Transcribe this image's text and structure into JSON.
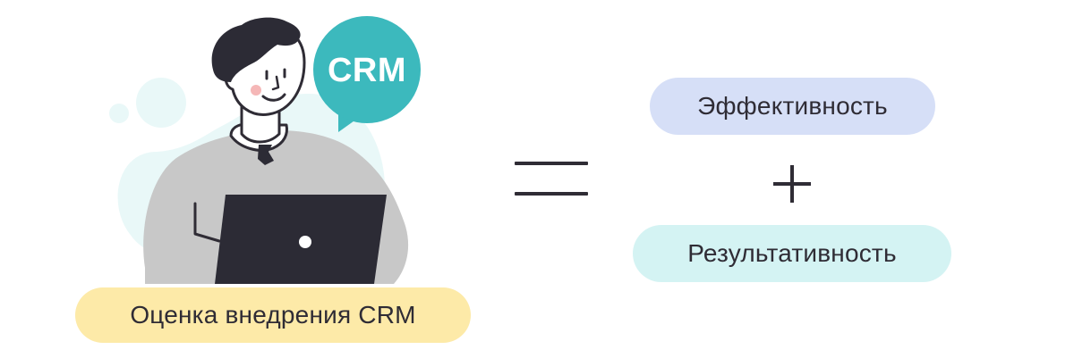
{
  "bubble": {
    "text": "CRM"
  },
  "labels": {
    "left": "Оценка внедрения CRM",
    "top": "Эффективность",
    "bottom": "Результативность"
  },
  "colors": {
    "ink": "#2f2c35",
    "bubble": "#3cb9bd",
    "blob": "#e9f8f8",
    "sweater": "#c8c8c8",
    "laptop": "#2c2b35",
    "label_yellow": "#fdeaa8",
    "label_blue": "#d6dff7",
    "label_mint": "#d4f3f3"
  },
  "icons": {
    "equals": "equals-icon",
    "plus": "plus-icon",
    "person": "person-with-laptop-illustration",
    "bubble": "speech-bubble-icon"
  }
}
